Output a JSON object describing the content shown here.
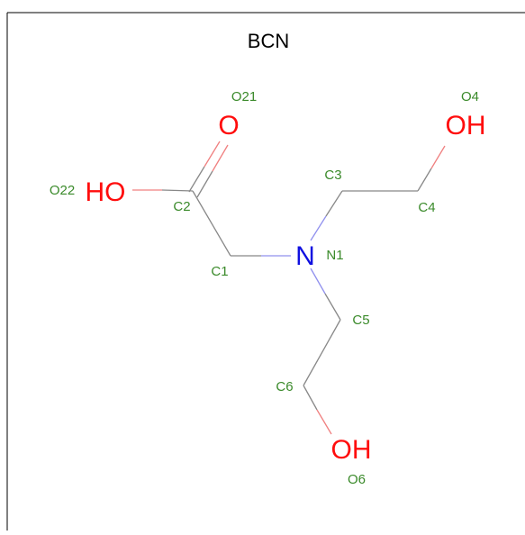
{
  "title": "BCN",
  "colors": {
    "carbon_bond": "#888888",
    "oxygen": "#ff0d0d",
    "oxygen_bond": "#f08080",
    "nitrogen": "#1010e0",
    "nitrogen_bond": "#9090ee",
    "label": "#3a8a2a",
    "border": "#000000"
  },
  "elements": {
    "o21": "O",
    "o22": "HO",
    "o4": "OH",
    "o6": "OH",
    "n1": "N"
  },
  "atom_names": {
    "o21": "O21",
    "o22": "O22",
    "o4": "O4",
    "o6": "O6",
    "c2": "C2",
    "c1": "C1",
    "n1": "N1",
    "c3": "C3",
    "c4": "C4",
    "c5": "C5",
    "c6": "C6"
  }
}
